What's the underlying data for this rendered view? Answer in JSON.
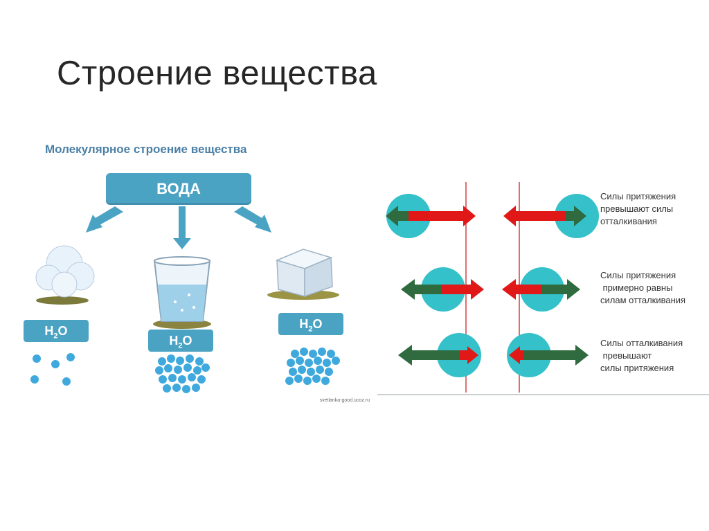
{
  "slide": {
    "title": "Строение вещества"
  },
  "left_diagram": {
    "subtitle": "Молекулярное строение вещества",
    "root_label": "ВОДА",
    "states": [
      {
        "formula": "H",
        "sub": "2",
        "tail": "O"
      },
      {
        "formula": "H",
        "sub": "2",
        "tail": "O"
      },
      {
        "formula": "H",
        "sub": "2",
        "tail": "O"
      }
    ],
    "watermark": "svetlanka-good.ucoz.ru"
  },
  "right_diagram": {
    "rows": [
      {
        "lines": [
          "Силы притяжения",
          "превышают силы",
          "отталкивания"
        ]
      },
      {
        "lines": [
          "Силы притяжения",
          " примерно равны",
          "силам отталкивания"
        ]
      },
      {
        "lines": [
          "Силы отталкивания",
          " превышают",
          "силы притяжения"
        ]
      }
    ]
  },
  "colors": {
    "title": "#262626",
    "subtitle": "#4a7fa6",
    "box": "#4ba3c4",
    "molecule": "#3fa9dd",
    "circle": "#34c1c9",
    "attraction_arrow": "#e01818",
    "repulsion_arrow": "#2f6b3f",
    "vertical_line": "#d04040"
  }
}
